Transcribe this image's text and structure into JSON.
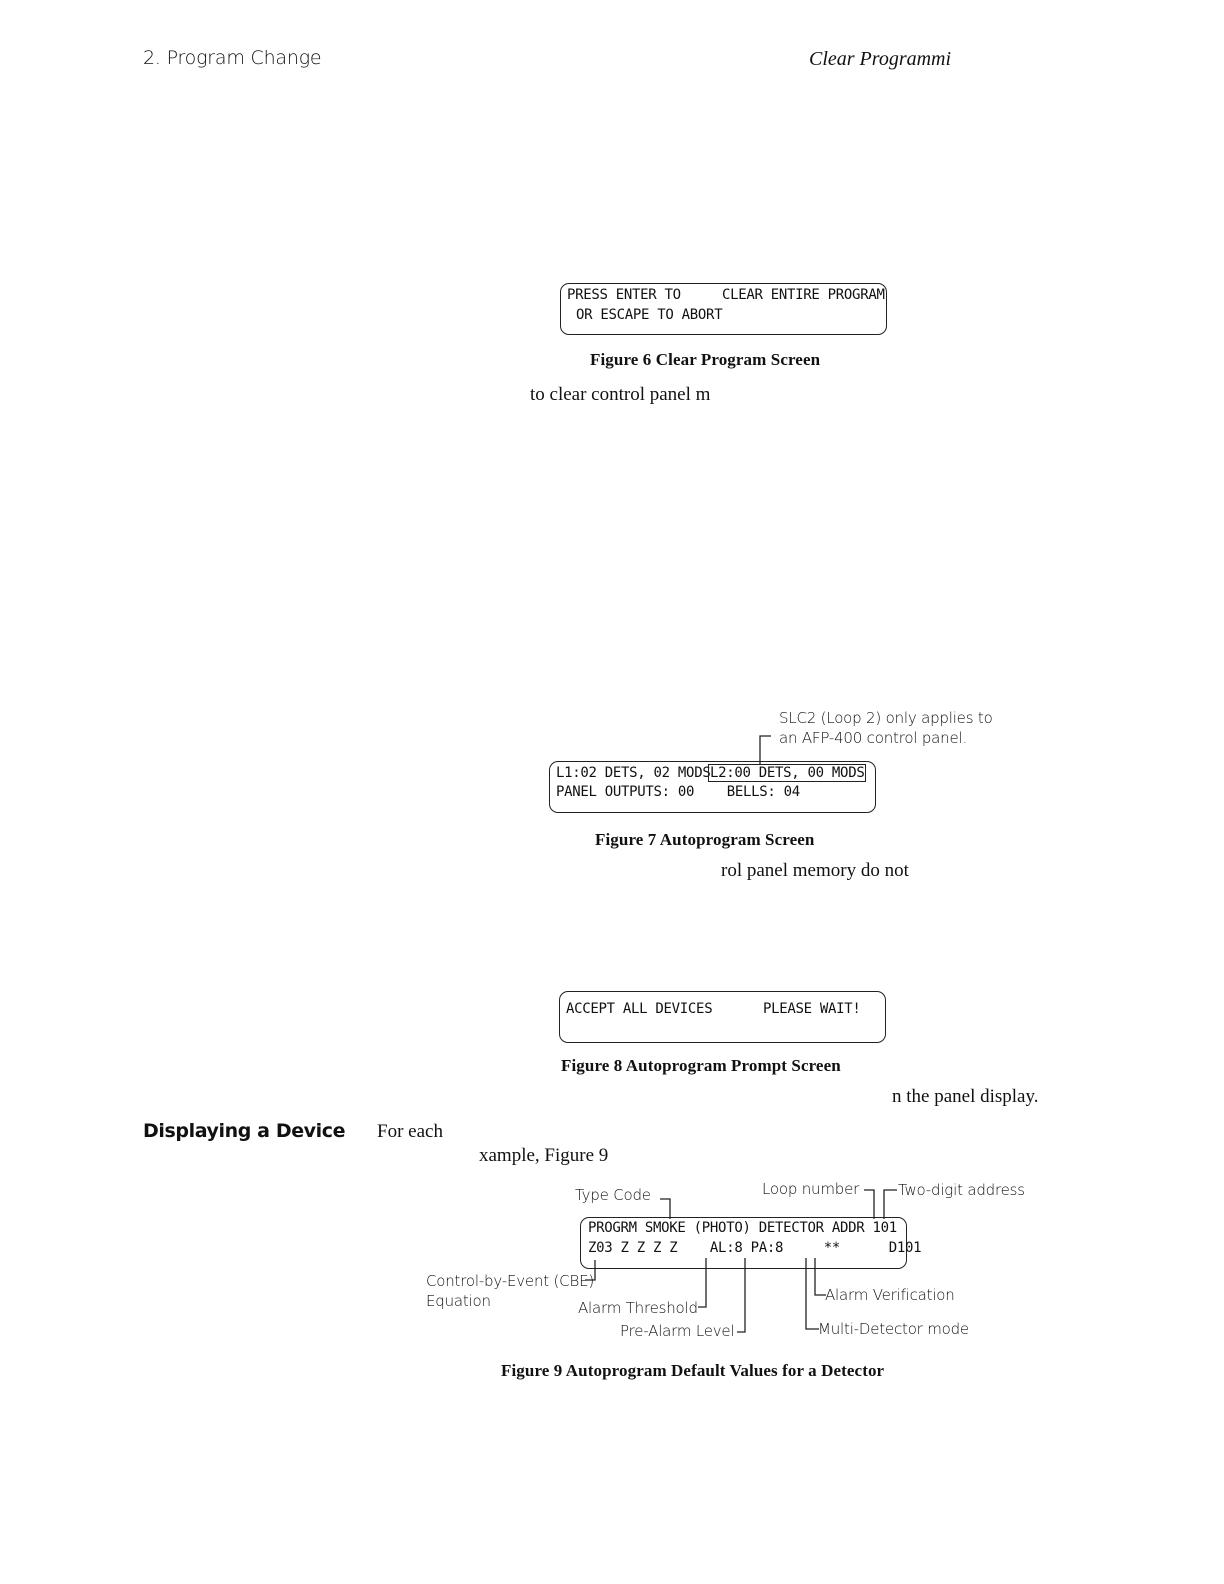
{
  "header": {
    "left": "2. Program Change",
    "right": "Clear Programmi"
  },
  "figure6": {
    "line1a": "PRESS ENTER TO",
    "line1b": "CLEAR ENTIRE PROGRAM",
    "line2": "OR ESCAPE TO ABORT",
    "caption": "Figure 6  Clear Program Screen"
  },
  "text1": "to clear control panel m",
  "figure7": {
    "note_line1": "SLC2 (Loop 2) only applies to",
    "note_line2": "an AFP-400 control panel.",
    "line1a": "L1:02 DETS, 02 MODS",
    "line1b": "L2:00 DETS, 00 MODS",
    "line2": "PANEL OUTPUTS: 00    BELLS: 04",
    "caption": "Figure 7  Autoprogram Screen"
  },
  "text2": "rol panel memory do not",
  "figure8": {
    "line1a": "ACCEPT ALL DEVICES",
    "line1b": "PLEASE WAIT!",
    "caption": "Figure 8  Autoprogram Prompt Screen"
  },
  "text3": "n the panel display.",
  "section": {
    "heading": "Displaying a Device",
    "text_a": "For each",
    "text_b": "xample, Figure 9"
  },
  "figure9": {
    "labels": {
      "type_code": "Type Code",
      "loop_number": "Loop number",
      "two_digit_address": "Two-digit address",
      "cbe_line1": "Control-by-Event (CBE)",
      "cbe_line2": "Equation",
      "alarm_threshold": "Alarm Threshold",
      "pre_alarm_level": "Pre-Alarm Level",
      "alarm_verification": "Alarm Verification",
      "multi_detector": "Multi-Detector mode"
    },
    "line1": "PROGRM SMOKE (PHOTO) DETECTOR ADDR 101",
    "line2": "Z03 Z Z Z Z    AL:8 PA:8     **      D101",
    "caption": "Figure 9  Autoprogram Default Values for a Detector"
  }
}
